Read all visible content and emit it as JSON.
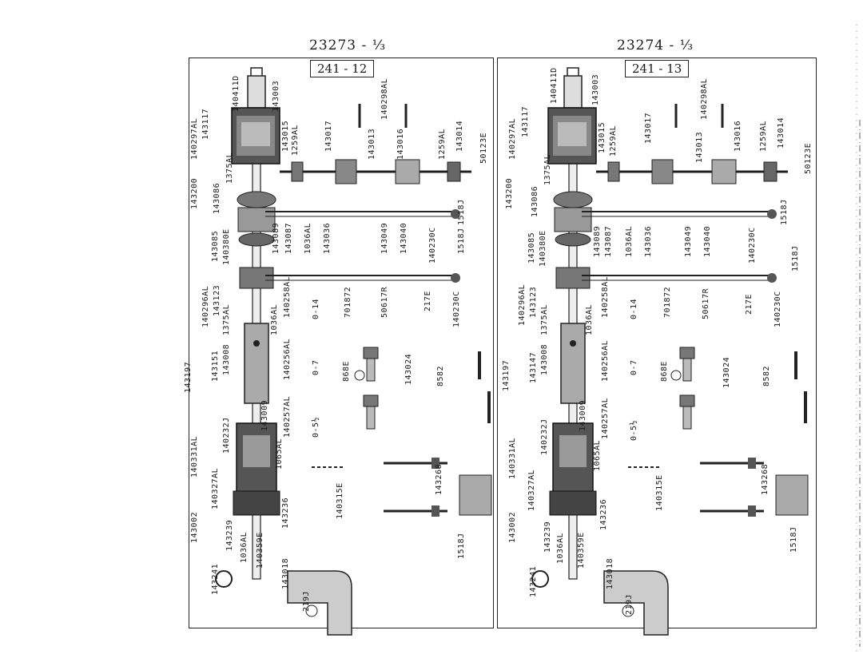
{
  "pages": [
    {
      "number": "23273 - ⅓",
      "ref_box": "241 - 12",
      "labels": {
        "l140411D": "140411D",
        "l143003": "143003",
        "l143117": "143117",
        "l140297AL": "140297AL",
        "l140298AL": "140298AL",
        "l143015": "143015",
        "l1259AL_a": "1259AL",
        "l143017": "143017",
        "l143013": "143013",
        "l143016": "143016",
        "l1259AL_b": "1259AL",
        "l143014": "143014",
        "l50123E": "50123E",
        "l143200": "143200",
        "l143086": "143086",
        "l1375AL_a": "1375AL",
        "l143085": "143085",
        "l140380E": "140380E",
        "l143089": "143089",
        "l143087": "143087",
        "l1036AL_a": "1036AL",
        "l143036": "143036",
        "l143049": "143049",
        "l143040": "143040",
        "l140230C_a": "140230C",
        "l1518J_a": "1518J",
        "l1518J_b": "1518J",
        "l140296AL": "140296AL",
        "l143123": "143123",
        "l1375AL_b": "1375AL",
        "l140258AL": "140258AL",
        "l1036AL_b": "1036AL",
        "l0_14": "0-14",
        "l701872": "701872",
        "l50617R": "50617R",
        "l217E": "217E",
        "l140230C_b": "140230C",
        "l143197": "143197",
        "l143151": "143151",
        "l143008": "143008",
        "l140256AL": "140256AL",
        "l0_7": "0-7",
        "l868E": "868E",
        "l143024": "143024",
        "l8582": "8582",
        "l143009": "143009",
        "l140257AL": "140257AL",
        "l0_5": "0-5½",
        "l140331AL": "140331AL",
        "l140232J": "140232J",
        "l1065AL": "1065AL",
        "l140327AL": "140327AL",
        "l140315E": "140315E",
        "l143268": "143268",
        "l143002": "143002",
        "l143239": "143239",
        "l143236": "143236",
        "l1036AL_c": "1036AL",
        "l140359E": "140359E",
        "l1518J_c": "1518J",
        "l143241": "143241",
        "l143018": "143018",
        "l219J": "219J"
      }
    },
    {
      "number": "23274 - ⅓",
      "ref_box": "241 - 13",
      "labels": {
        "l140411D": "140411D",
        "l143003": "143003",
        "l143117": "143117",
        "l140297AL": "140297AL",
        "l140298AL": "140298AL",
        "l143015": "143015",
        "l1259AL_a": "1259AL",
        "l143017": "143017",
        "l143013": "143013",
        "l143016": "143016",
        "l1259AL_b": "1259AL",
        "l143014": "143014",
        "l50123E": "50123E",
        "l143200": "143200",
        "l143086": "143086",
        "l1375AL_a": "1375AL",
        "l143085": "143085",
        "l140380E": "140380E",
        "l143089": "143089",
        "l143087": "143087",
        "l1036AL_a": "1036AL",
        "l143036": "143036",
        "l143049": "143049",
        "l143040": "143040",
        "l140230C_a": "140230C",
        "l1518J_a": "1518J",
        "l1518J_b": "1518J",
        "l140296AL": "140296AL",
        "l143123": "143123",
        "l1375AL_b": "1375AL",
        "l140258AL": "140258AL",
        "l1036AL_b": "1036AL",
        "l0_14": "0-14",
        "l701872": "701872",
        "l50617R": "50617R",
        "l217E": "217E",
        "l140230C_b": "140230C",
        "l143197": "143197",
        "l143147": "143147",
        "l143008": "143008",
        "l140256AL": "140256AL",
        "l0_7": "0-7",
        "l868E": "868E",
        "l143024": "143024",
        "l8582": "8582",
        "l143009": "143009",
        "l140257AL": "140257AL",
        "l0_5": "0-5½",
        "l140331AL": "140331AL",
        "l140232J": "140232J",
        "l1065AL": "1065AL",
        "l140327AL": "140327AL",
        "l140315E": "140315E",
        "l143268": "143268",
        "l143002": "143002",
        "l143239": "143239",
        "l143236": "143236",
        "l1036AL_c": "1036AL",
        "l140359E": "140359E",
        "l1518J_c": "1518J",
        "l143241": "143241",
        "l143018": "143018",
        "l219J": "219J"
      }
    }
  ]
}
